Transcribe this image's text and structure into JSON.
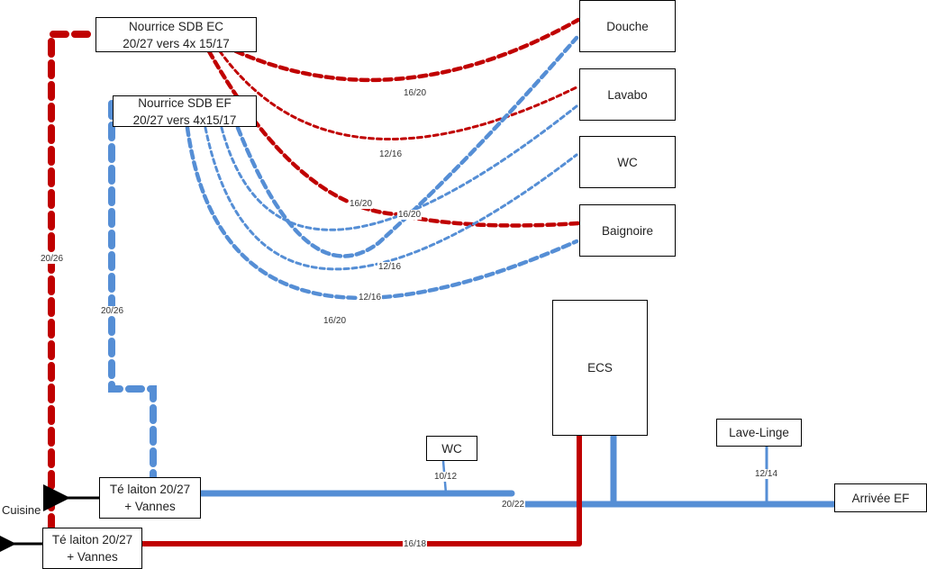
{
  "colors": {
    "hot": "#C00000",
    "cold": "#558ED5",
    "arrow": "#000000"
  },
  "manifolds": {
    "hot": {
      "line1": "Nourrice SDB EC",
      "line2": "20/27 vers 4x 15/17"
    },
    "cold": {
      "line1": "Nourrice SDB EF",
      "line2": "20/27 vers 4x15/17"
    }
  },
  "fixtures": {
    "douche": "Douche",
    "lavabo": "Lavabo",
    "wc_sdb": "WC",
    "baignoire": "Baignoire",
    "ecs": "ECS",
    "wc_ground": "WC",
    "lave_linge": "Lave-Linge",
    "arrivee_ef": "Arrivée EF"
  },
  "tees": {
    "cold": {
      "line1": "Té laiton 20/27",
      "line2": "+ Vannes"
    },
    "hot": {
      "line1": "Té laiton 20/27",
      "line2": "+ Vannes"
    }
  },
  "side_label": "Cuisine",
  "pipe_labels": {
    "hot_riser": "20/26",
    "cold_riser": "20/26",
    "hot_douche": "16/20",
    "hot_lavabo": "12/16",
    "hot_baignoire_a": "16/20",
    "hot_baignoire_b": "16/20",
    "cold_lavabo": "12/16",
    "cold_wc": "12/16",
    "cold_baignoire": "16/20",
    "wc_branch": "10/12",
    "main_cold": "20/22",
    "lave_linge_branch": "12/14",
    "hot_return": "16/18"
  }
}
